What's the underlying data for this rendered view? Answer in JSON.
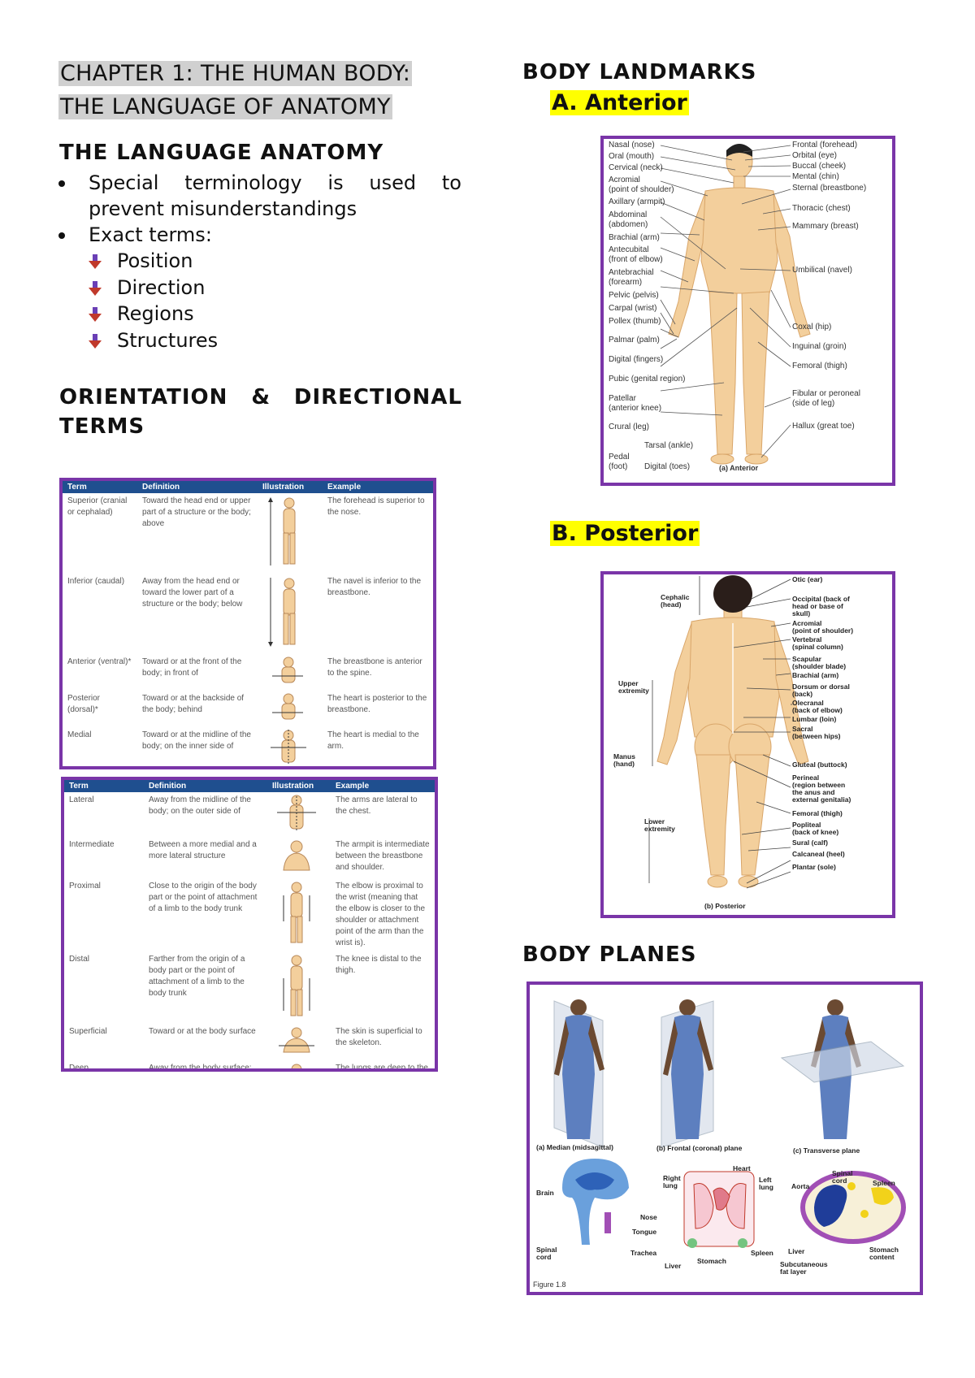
{
  "left": {
    "chapter_title_line1": "CHAPTER 1: THE HUMAN BODY:",
    "chapter_title_line2": "THE LANGUAGE OF ANATOMY",
    "section1_heading": "THE LANGUAGE ANATOMY",
    "bullet1_words": [
      "Special",
      "terminology",
      "is",
      "used",
      "to"
    ],
    "bullet1_line2": "prevent misunderstandings",
    "bullet2": "Exact terms:",
    "sub_items": [
      "Position",
      "Direction",
      "Regions",
      "Structures"
    ],
    "section2_heading_words": [
      "ORIENTATION",
      "&",
      "DIRECTIONAL"
    ],
    "section2_heading_line2": "TERMS"
  },
  "table1": {
    "headers": [
      "Term",
      "Definition",
      "Illustration",
      "Example"
    ],
    "rows": [
      {
        "term": "Superior (cranial or cephalad)",
        "definition": "Toward the head end or upper part of a structure or the body; above",
        "example": "The forehead is superior to the nose."
      },
      {
        "term": "Inferior (caudal)",
        "definition": "Away from the head end or toward the lower part of a structure or the body; below",
        "example": "The navel is inferior to the breastbone."
      },
      {
        "term": "Anterior (ventral)*",
        "definition": "Toward or at the front of the body; in front of",
        "example": "The breastbone is anterior to the spine."
      },
      {
        "term": "Posterior (dorsal)*",
        "definition": "Toward or at the backside of the body; behind",
        "example": "The heart is posterior to the breastbone."
      },
      {
        "term": "Medial",
        "definition": "Toward or at the midline of the body; on the inner side of",
        "example": "The heart is medial to the arm."
      }
    ]
  },
  "table2": {
    "headers": [
      "Term",
      "Definition",
      "Illustration",
      "Example"
    ],
    "rows": [
      {
        "term": "Lateral",
        "definition": "Away from the midline of the body; on the outer side of",
        "example": "The arms are lateral to the chest."
      },
      {
        "term": "Intermediate",
        "definition": "Between a more medial and a more lateral structure",
        "example": "The armpit is intermediate between the breastbone and shoulder."
      },
      {
        "term": "Proximal",
        "definition": "Close to the origin of the body part or the point of attachment of a limb to the body trunk",
        "example": "The elbow is proximal to the wrist (meaning that the elbow is closer to the shoulder or attachment point of the arm than the wrist is)."
      },
      {
        "term": "Distal",
        "definition": "Farther from the origin of a body part or the point of attachment of a limb to the body trunk",
        "example": "The knee is distal to the thigh."
      },
      {
        "term": "Superficial",
        "definition": "Toward or at the body surface",
        "example": "The skin is superficial to the skeleton."
      },
      {
        "term": "Deep",
        "definition": "Away from the body surface; more internal",
        "example": "The lungs are deep to the rib cage."
      }
    ]
  },
  "right": {
    "landmarks_heading": "BODY LANDMARKS",
    "anterior_label": "A. Anterior",
    "posterior_label": "B. Posterior",
    "planes_heading": "BODY PLANES"
  },
  "anterior_fig": {
    "left_labels": [
      "Nasal (nose)",
      "Oral (mouth)",
      "Cervical (neck)",
      "Acromial",
      "(point of shoulder)",
      "Axillary (armpit)",
      "Abdominal",
      "(abdomen)",
      "Brachial (arm)",
      "Antecubital",
      "(front of elbow)",
      "Antebrachial",
      "(forearm)",
      "Pelvic (pelvis)",
      "Carpal (wrist)",
      "Pollex (thumb)",
      "Palmar (palm)",
      "Digital (fingers)",
      "Pubic (genital region)",
      "Patellar",
      "(anterior knee)",
      "Crural (leg)",
      "Pedal",
      "(foot)"
    ],
    "right_labels": [
      "Frontal (forehead)",
      "Orbital (eye)",
      "Buccal (cheek)",
      "Mental (chin)",
      "Sternal (breastbone)",
      "Thoracic (chest)",
      "Mammary (breast)",
      "Umbilical (navel)",
      "Coxal (hip)",
      "Inguinal (groin)",
      "Femoral (thigh)",
      "Fibular or peroneal",
      "(side of leg)",
      "Hallux (great toe)"
    ],
    "bottom_labels": [
      "Tarsal (ankle)",
      "Digital (toes)",
      "(a) Anterior"
    ]
  },
  "posterior_fig": {
    "left_labels": [
      "Cephalic\n(head)",
      "Upper\nextremity",
      "Manus\n(hand)",
      "Lower\nextremity"
    ],
    "right_labels": [
      "Otic (ear)",
      "Occipital (back of\nhead or base of\nskull)",
      "Acromial\n(point of shoulder)",
      "Vertebral\n(spinal column)",
      "Scapular\n(shoulder blade)",
      "Brachial (arm)",
      "Dorsum or dorsal\n(back)",
      "Olecranal\n(back of elbow)",
      "Lumbar (loin)",
      "Sacral\n(between hips)",
      "Gluteal (buttock)",
      "Perineal\n(region between\nthe anus and\nexternal genitalia)",
      "Femoral (thigh)",
      "Popliteal\n(back of knee)",
      "Sural (calf)",
      "Calcaneal (heel)",
      "Plantar (sole)"
    ],
    "caption": "(b) Posterior"
  },
  "planes_fig": {
    "captions": [
      "(a) Median (midsagittal)",
      "(b) Frontal (coronal) plane",
      "(c) Transverse plane"
    ],
    "labels_a": [
      "Brain",
      "Nose",
      "Tongue",
      "Spinal\ncord",
      "Trachea"
    ],
    "labels_b": [
      "Heart",
      "Right\nlung",
      "Left\nlung",
      "Liver",
      "Stomach",
      "Spleen"
    ],
    "labels_c": [
      "Spinal\ncord",
      "Aorta",
      "Spleen",
      "Liver",
      "Stomach\ncontent",
      "Subcutaneous\nfat layer"
    ],
    "figure_label": "Figure 1.8"
  },
  "colors": {
    "frame": "#7a35a8",
    "highlight": "#ffff00",
    "title_highlight": "#d0d0d0",
    "table_header": "#1f4f8f",
    "skin": "#f3cf9c",
    "body_suit": "#5d7fbf"
  }
}
